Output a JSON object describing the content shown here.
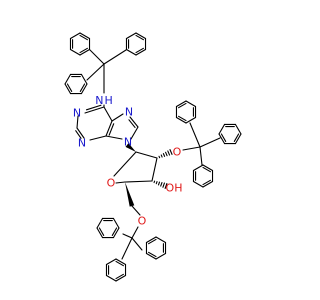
{
  "molecule": {
    "atom_labels": [
      {
        "id": "trityl-nh",
        "text": "N",
        "sub": "H",
        "color": "#1a1acc"
      },
      {
        "id": "adenine-n1",
        "text": "N",
        "color": "#1a1acc"
      },
      {
        "id": "adenine-n3",
        "text": "N",
        "color": "#1a1acc"
      },
      {
        "id": "adenine-n7",
        "text": "N",
        "color": "#1a1acc"
      },
      {
        "id": "adenine-n9",
        "text": "N",
        "color": "#1a1acc"
      },
      {
        "id": "ring-o",
        "text": "O",
        "color": "#e01b1b"
      },
      {
        "id": "ether-o-2",
        "text": "O",
        "color": "#e01b1b"
      },
      {
        "id": "hydroxyl-o-3",
        "text": "OH",
        "color": "#e01b1b"
      },
      {
        "id": "ether-o-5",
        "text": "O",
        "color": "#e01b1b"
      }
    ],
    "colors": {
      "bond": "#000000",
      "nitrogen": "#1a1acc",
      "oxygen": "#e01b1b"
    }
  }
}
